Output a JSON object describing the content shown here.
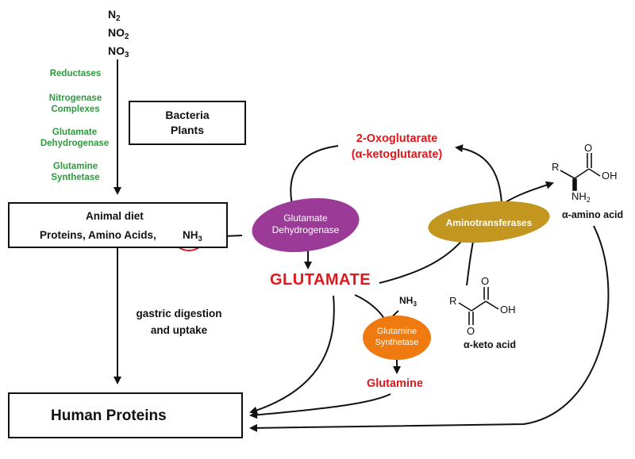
{
  "inputs": {
    "n2": {
      "base": "N",
      "sub": "2"
    },
    "no2": {
      "base": "NO",
      "sub": "2"
    },
    "no3": {
      "base": "NO",
      "sub": "3"
    }
  },
  "enzymes_left": [
    {
      "line1": "Reductases",
      "line2": ""
    },
    {
      "line1": "Nitrogenase",
      "line2": "Complexes"
    },
    {
      "line1": "Glutamate",
      "line2": "Dehydrogenase"
    },
    {
      "line1": "Glutamine",
      "line2": "Synthetase"
    }
  ],
  "bacteria_box": {
    "line1": "Bacteria",
    "line2": "Plants"
  },
  "animal_diet": {
    "line1": "Animal diet",
    "line2": "Proteins, Amino Acids,",
    "nh3_base": "NH",
    "nh3_sub": "3"
  },
  "gastric": {
    "line1": "gastric digestion",
    "line2": "and uptake"
  },
  "human_proteins": "Human Proteins",
  "oxoglutarate": {
    "line1": "2-Oxoglutarate",
    "line2": "(α-ketoglutarate)"
  },
  "glutamate_dehydrogenase": {
    "line1": "Glutamate",
    "line2": "Dehydrogenase"
  },
  "aminotransferases": "Aminotransferases",
  "glutamate": "GLUTAMATE",
  "glutamine_synthetase": {
    "line1": "Glutamine",
    "line2": "Synthetase"
  },
  "glutamine": "Glutamine",
  "nh3_gs": {
    "base": "NH",
    "sub": "3"
  },
  "amino_acid": {
    "r": "R",
    "o": "O",
    "oh": "OH",
    "nh2_base": "NH",
    "nh2_sub": "2",
    "label": "α-amino acid"
  },
  "keto_acid": {
    "r": "R",
    "o1": "O",
    "o2": "O",
    "oh": "OH",
    "label": "α-keto acid"
  },
  "colors": {
    "green": "#2e9a3d",
    "red": "#e3161b",
    "glutamate_dehydrogenase": "#9b3a97",
    "aminotransferases": "#c2961f",
    "glutamine_synthetase": "#ee7a10"
  }
}
